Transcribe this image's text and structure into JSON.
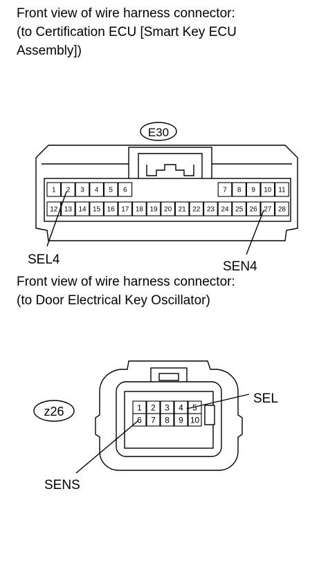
{
  "top_caption": {
    "line1": "Front view of wire harness connector:",
    "line2": "(to Certification ECU [Smart Key ECU",
    "line3": "Assembly])"
  },
  "connector_e30": {
    "label": "E30",
    "pins_row1_left": [
      "1",
      "2",
      "3",
      "4",
      "5",
      "6"
    ],
    "pins_row1_right": [
      "7",
      "8",
      "9",
      "10",
      "11"
    ],
    "pins_row2": [
      "12",
      "13",
      "14",
      "15",
      "16",
      "17",
      "18",
      "19",
      "20",
      "21",
      "22",
      "23",
      "24",
      "25",
      "26",
      "27",
      "28"
    ],
    "callout_left": "SEL4",
    "callout_right": "SEN4"
  },
  "middle_caption": {
    "line1": "Front view of wire harness connector:",
    "line2": "(to Door Electrical Key Oscillator)"
  },
  "connector_z26": {
    "label": "z26",
    "pins_row1": [
      "1",
      "2",
      "3",
      "4",
      "5"
    ],
    "pins_row2": [
      "6",
      "7",
      "8",
      "9",
      "10"
    ],
    "callout_sel": "SEL",
    "callout_sens": "SENS"
  }
}
